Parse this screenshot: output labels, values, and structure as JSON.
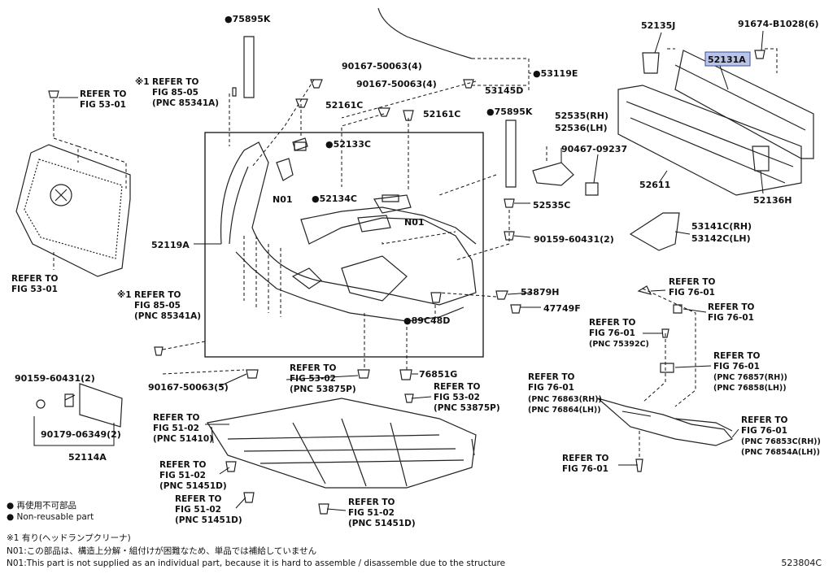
{
  "diagram_id": "523804C",
  "highlight_color": "#b9c4e6",
  "callouts": {
    "c75895sk_a": "●75895K",
    "c91674": "91674-B1028(6)",
    "c52135j": "52135J",
    "c52131a": "52131A",
    "c53119e": "●53119E",
    "c90167_top": "90167-50063(4)",
    "c90167_mid": "90167-50063(4)",
    "c53145d": "53145D",
    "c52161c_a": "52161C",
    "c52161c_b": "52161C",
    "c52133c": "●52133C",
    "c52134c": "●52134C",
    "cn01_a": "N01",
    "cn01_b": "N01",
    "c52119a": "52119A",
    "c75895sk_b": "●75895K",
    "c52535rh": "52535(RH)",
    "c52536lh": "52536(LH)",
    "c90467": "90467-09237",
    "c52611": "52611",
    "c52136h": "52136H",
    "c52535c": "52535C",
    "c90159_mid": "90159-60431(2)",
    "c53141c": "53141C(RH)",
    "c53142c": "53142C(LH)",
    "c53879h": "53879H",
    "c47749f": "47749F",
    "c89c48d": "●89C48D",
    "c76851g": "76851G",
    "c90167_low": "90167-50063(5)",
    "c90159_left": "90159-60431(2)",
    "c90179": "90179-06349(2)",
    "c52114a": "52114A"
  },
  "refs": {
    "r_53_01_top": {
      "l1": "REFER TO",
      "l2": "FIG 53-01"
    },
    "r_85_05_top": {
      "l0": "※1",
      "l1": "REFER TO",
      "l2": "FIG 85-05",
      "l3": "(PNC 85341A)"
    },
    "r_53_01_bot": {
      "l1": "REFER TO",
      "l2": "FIG 53-01"
    },
    "r_85_05_mid": {
      "l0": "※1",
      "l1": "REFER TO",
      "l2": "FIG 85-05",
      "l3": "(PNC 85341A)"
    },
    "r_53_02_a": {
      "l1": "REFER TO",
      "l2": "FIG 53-02",
      "l3": "(PNC 53875P)"
    },
    "r_53_02_b": {
      "l1": "REFER TO",
      "l2": "FIG 53-02",
      "l3": "(PNC 53875P)"
    },
    "r_51_02_a": {
      "l1": "REFER TO",
      "l2": "FIG 51-02",
      "l3": "(PNC 51410)"
    },
    "r_51_02_b": {
      "l1": "REFER TO",
      "l2": "FIG 51-02",
      "l3": "(PNC 51451D)"
    },
    "r_51_02_c": {
      "l1": "REFER TO",
      "l2": "FIG 51-02",
      "l3": "(PNC 51451D)"
    },
    "r_51_02_d": {
      "l1": "REFER TO",
      "l2": "FIG 51-02",
      "l3": "(PNC 51451D)"
    },
    "r_76_01_a": {
      "l1": "REFER TO",
      "l2": "FIG 76-01"
    },
    "r_76_01_b": {
      "l1": "REFER TO",
      "l2": "FIG 76-01"
    },
    "r_76_01_c": {
      "l1": "REFER TO",
      "l2": "FIG 76-01",
      "l3": "(PNC 75392C)"
    },
    "r_76_01_d": {
      "l1": "REFER TO",
      "l2": "FIG 76-01",
      "l3": "(PNC 76857(RH))",
      "l4": "(PNC 76858(LH))"
    },
    "r_76_01_e": {
      "l1": "REFER TO",
      "l2": "FIG 76-01",
      "l3": "(PNC 76863(RH))",
      "l4": "(PNC 76864(LH))"
    },
    "r_76_01_f": {
      "l1": "REFER TO",
      "l2": "FIG 76-01",
      "l3": "(PNC 76853C(RH))",
      "l4": "(PNC 76854A(LH))"
    },
    "r_76_01_g": {
      "l1": "REFER TO",
      "l2": "FIG 76-01"
    }
  },
  "legend": {
    "line1": "● 再使用不可部品",
    "line2": "● Non-reusable part",
    "note1": "※1 有り(ヘッドランプクリーナ)",
    "note2": "N01:この部品は、構造上分解・組付けが困難なため、単品では補給していません",
    "note3": "N01:This part is not supplied as an individual part, because it is hard to assemble / disassemble due to the structure"
  }
}
